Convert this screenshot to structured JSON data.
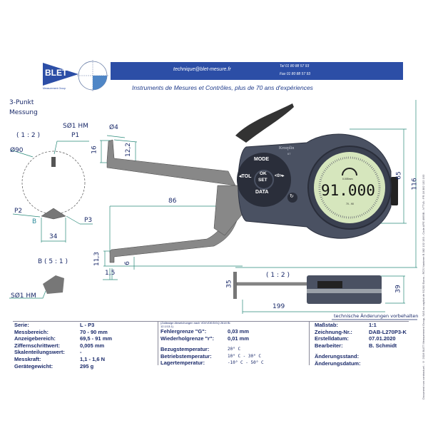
{
  "header": {
    "logo_text": "BLET",
    "logo_subtext": "Measurement Group",
    "email": "technique@blet-mesure.fr",
    "tel": "Tel  01 80 88 57 93",
    "fax": "Fax 01 80 88 57 93",
    "subtitle": "Instruments de Mesures et Contrôles, plus de 70 ans d'expériences"
  },
  "drawing": {
    "title_line1": "3-Punkt",
    "title_line2": "Messung",
    "scale_main": "( 1 : 2 )",
    "diameter": "Ø90",
    "tip_label": "SØ1 HM",
    "p1": "P1",
    "p2": "P2",
    "p3": "P3",
    "b_marker": "B",
    "dim_34": "34",
    "detail_label": "B ( 5 : 1 )",
    "detail_tip": "SØ1 HM",
    "dim_d4": "Ø4",
    "dim_16": "16",
    "dim_12_2": "12,2",
    "dim_86": "86",
    "dim_11_3": "11,3",
    "dim_1_5": "1,5",
    "dim_6": "6",
    "dim_65": "65",
    "dim_116": "116",
    "side_scale": "( 1 : 2 )",
    "dim_35": "35",
    "dim_199": "199",
    "dim_39": "39",
    "note": "technische Änderungen vorbehalten"
  },
  "device": {
    "brand": "Kroeplin",
    "model": "67",
    "btn_mode": "MODE",
    "btn_tol": "◂TOL",
    "btn_ok": "OK",
    "btn_set": "SET",
    "btn_zero": "<0>▸",
    "btn_data": "DATA",
    "display_value": "91.000",
    "display_resolution": "0.005mm",
    "display_range": "70 - 90"
  },
  "specs_left": [
    {
      "label": "Serie:",
      "value": "L - P3"
    },
    {
      "label": "Messbereich:",
      "value": "70 - 90 mm"
    },
    {
      "label": "Anzeigebereich:",
      "value": "69,5 - 91 mm"
    },
    {
      "label": "Ziffernschrittwert:",
      "value": "0,005 mm"
    },
    {
      "label": "Skalenteilungswert:",
      "value": "-"
    },
    {
      "label": "Messkraft:",
      "value": "1,1 - 1,6 N"
    },
    {
      "label": "Gerätegewicht:",
      "value": "295 g"
    }
  ],
  "specs_mid": {
    "note": "(Zulässige Abweichungen nach VDI/VDE/DGQ 2618 Bl. 12.1/13.1)",
    "rows": [
      {
        "label": "Fehlergrenze \"G\":",
        "value": "0,03 mm"
      },
      {
        "label": "Wiederholgrenze \"r\":",
        "value": "0,01 mm"
      },
      {
        "label": "Bezugstemperatur:",
        "value": "20° C"
      },
      {
        "label": "Betriebstemperatur:",
        "value": "10° C - 30° C"
      },
      {
        "label": "Lagertemperatur:",
        "value": "-10° C - 50° C"
      }
    ]
  },
  "specs_right": [
    {
      "label": "Maßstab:",
      "value": "1:1"
    },
    {
      "label": "Zeichnung-Nr.:",
      "value": "DAB-L270P3-K"
    },
    {
      "label": "Erstelldatum:",
      "value": "07.01.2020"
    },
    {
      "label": "Bearbeiter:",
      "value": "B. Schmidt"
    },
    {
      "label": "Änderungsstand:",
      "value": ""
    },
    {
      "label": "Änderungsdatum:",
      "value": ""
    }
  ],
  "legal": "Document non contractuel - © 2016 BLET Measurement Group, SAS au capital de 91200 Euros - RCS Nanterre B 382 132 193 - Code APE 4669B - N°TVA : FR 18 382 132 193"
}
